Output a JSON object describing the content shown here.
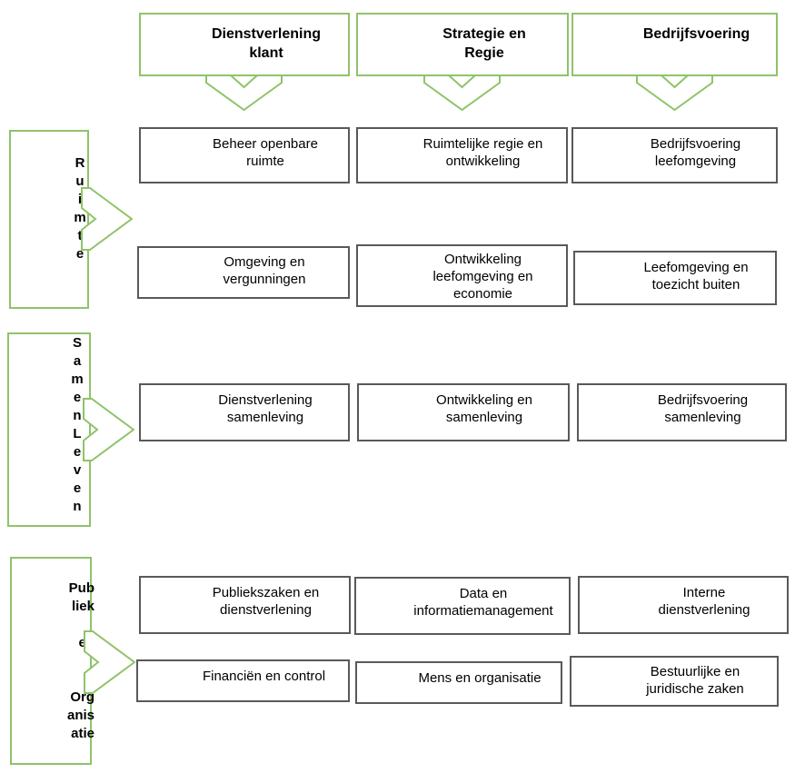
{
  "colors": {
    "accent_green": "#8fc36a",
    "cell_border_gray": "#595959",
    "text": "#000000",
    "background": "#ffffff"
  },
  "column_headers": [
    {
      "label": "Dienstverlening klant",
      "display": "Dienstverlening\nklant"
    },
    {
      "label": "Strategie en Regie",
      "display": "Strategie en\nRegie"
    },
    {
      "label": "Bedrijfsvoering",
      "display": "Bedrijfsvoering"
    }
  ],
  "row_groups": [
    {
      "label": "Ruimte",
      "display": "R\nu\ni\nm\nt\ne"
    },
    {
      "label": "SamenLeven",
      "display": "S\na\nm\ne\nn\nL\ne\nv\ne\nn"
    },
    {
      "label": "Publiek en Organisatie",
      "display": "Pub\nliek\n\nen\n\n\nOrg\nanis\natie"
    }
  ],
  "cells": [
    [
      "Beheer openbare\nruimte",
      "Ruimtelijke regie en\nontwikkeling",
      "Bedrijfsvoering\nleefomgeving"
    ],
    [
      "Omgeving en\nvergunningen",
      "Ontwikkeling\nleefomgeving en\neconomie",
      "Leefomgeving en\ntoezicht buiten"
    ],
    [
      "Dienstverlening\nsamenleving",
      "Ontwikkeling en\nsamenleving",
      "Bedrijfsvoering\nsamenleving"
    ],
    [
      "Publiekszaken en\ndienstverlening",
      "Data en\ninformatiemanagement",
      "Interne\ndienstverlening"
    ],
    [
      "Financiën en control",
      "Mens en organisatie",
      "Bestuurlijke en\njuridische zaken"
    ]
  ],
  "icons": {
    "down_arrow": "down-arrow",
    "right_arrow": "right-arrow"
  }
}
